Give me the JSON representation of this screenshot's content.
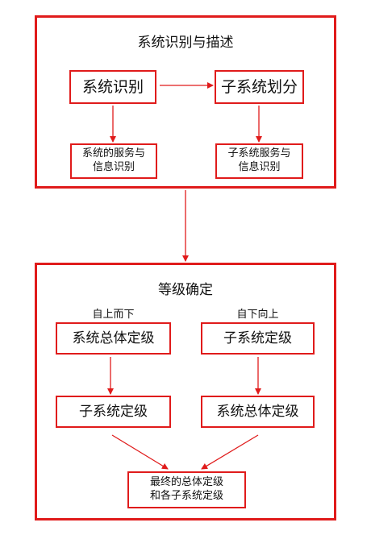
{
  "section1": {
    "title": "系统识别与描述",
    "box_system_identify": "系统识别",
    "box_subsystem_divide": "子系统划分",
    "box_system_services": [
      "系统的服务与",
      "信息识别"
    ],
    "box_subsystem_services": [
      "子系统服务与",
      "信息识别"
    ]
  },
  "section2": {
    "title": "等级确定",
    "left_heading": "自上而下",
    "right_heading": "自下向上",
    "left_top_box": "系统总体定级",
    "left_bottom_box": "子系统定级",
    "right_top_box": "子系统定级",
    "right_bottom_box": "系统总体定级",
    "final_box": [
      "最终的总体定级",
      "和各子系统定级"
    ]
  },
  "colors": {
    "accent": "#e01b1b"
  }
}
